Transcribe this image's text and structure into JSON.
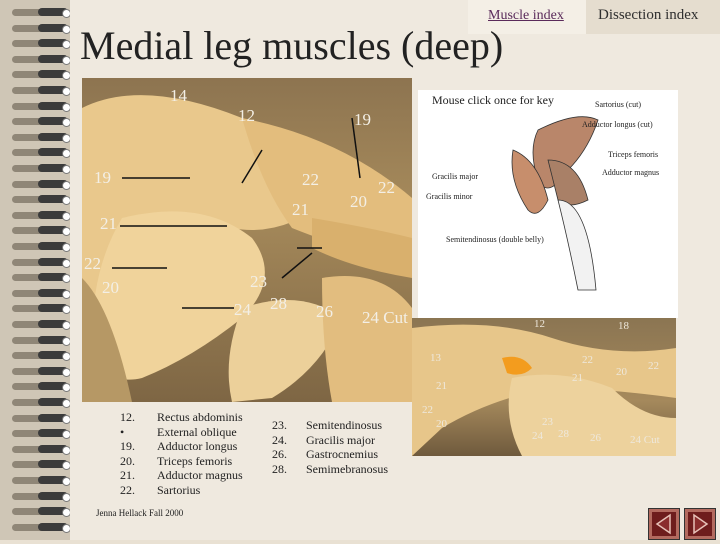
{
  "nav": {
    "muscle_index": "Muscle index",
    "dissection_index": "Dissection index"
  },
  "title": "Medial leg muscles (deep)",
  "key": {
    "instruction": "Mouse click once for key",
    "labels": [
      "Sartorius (cut)",
      "Adductor longus (cut)",
      "Triceps femoris",
      "Adductor magnus",
      "Gracilis major",
      "Gracilis minor",
      "Semitendinosus (double belly)"
    ]
  },
  "photo_labels": [
    "14",
    "12",
    "19",
    "19",
    "22",
    "22",
    "20",
    "21",
    "21",
    "22",
    "20",
    "23",
    "28",
    "24",
    "26",
    "24 Cut"
  ],
  "photo2_labels": [
    "12",
    "18",
    "13",
    "22",
    "20",
    "22",
    "21",
    "21",
    "22",
    "20",
    "23",
    "24",
    "28",
    "26",
    "24 Cut"
  ],
  "legend": {
    "col1_nums": [
      "12.",
      "•",
      "19.",
      "20.",
      "21.",
      "22."
    ],
    "col1_names": [
      "Rectus abdominis",
      "External oblique",
      "Adductor longus",
      "Triceps femoris",
      "Adductor magnus",
      "Sartorius"
    ],
    "col2_nums": [
      "23.",
      "24.",
      "26.",
      "28."
    ],
    "col2_names": [
      "Semitendinosus",
      "Gracilis major",
      "Gastrocnemius",
      "Semimebranosus"
    ]
  },
  "credit": "Jenna Hellack Fall 2000",
  "colors": {
    "nav_button": "#6e1d1d",
    "muscle": "#e8c98d",
    "title": "#222222"
  }
}
